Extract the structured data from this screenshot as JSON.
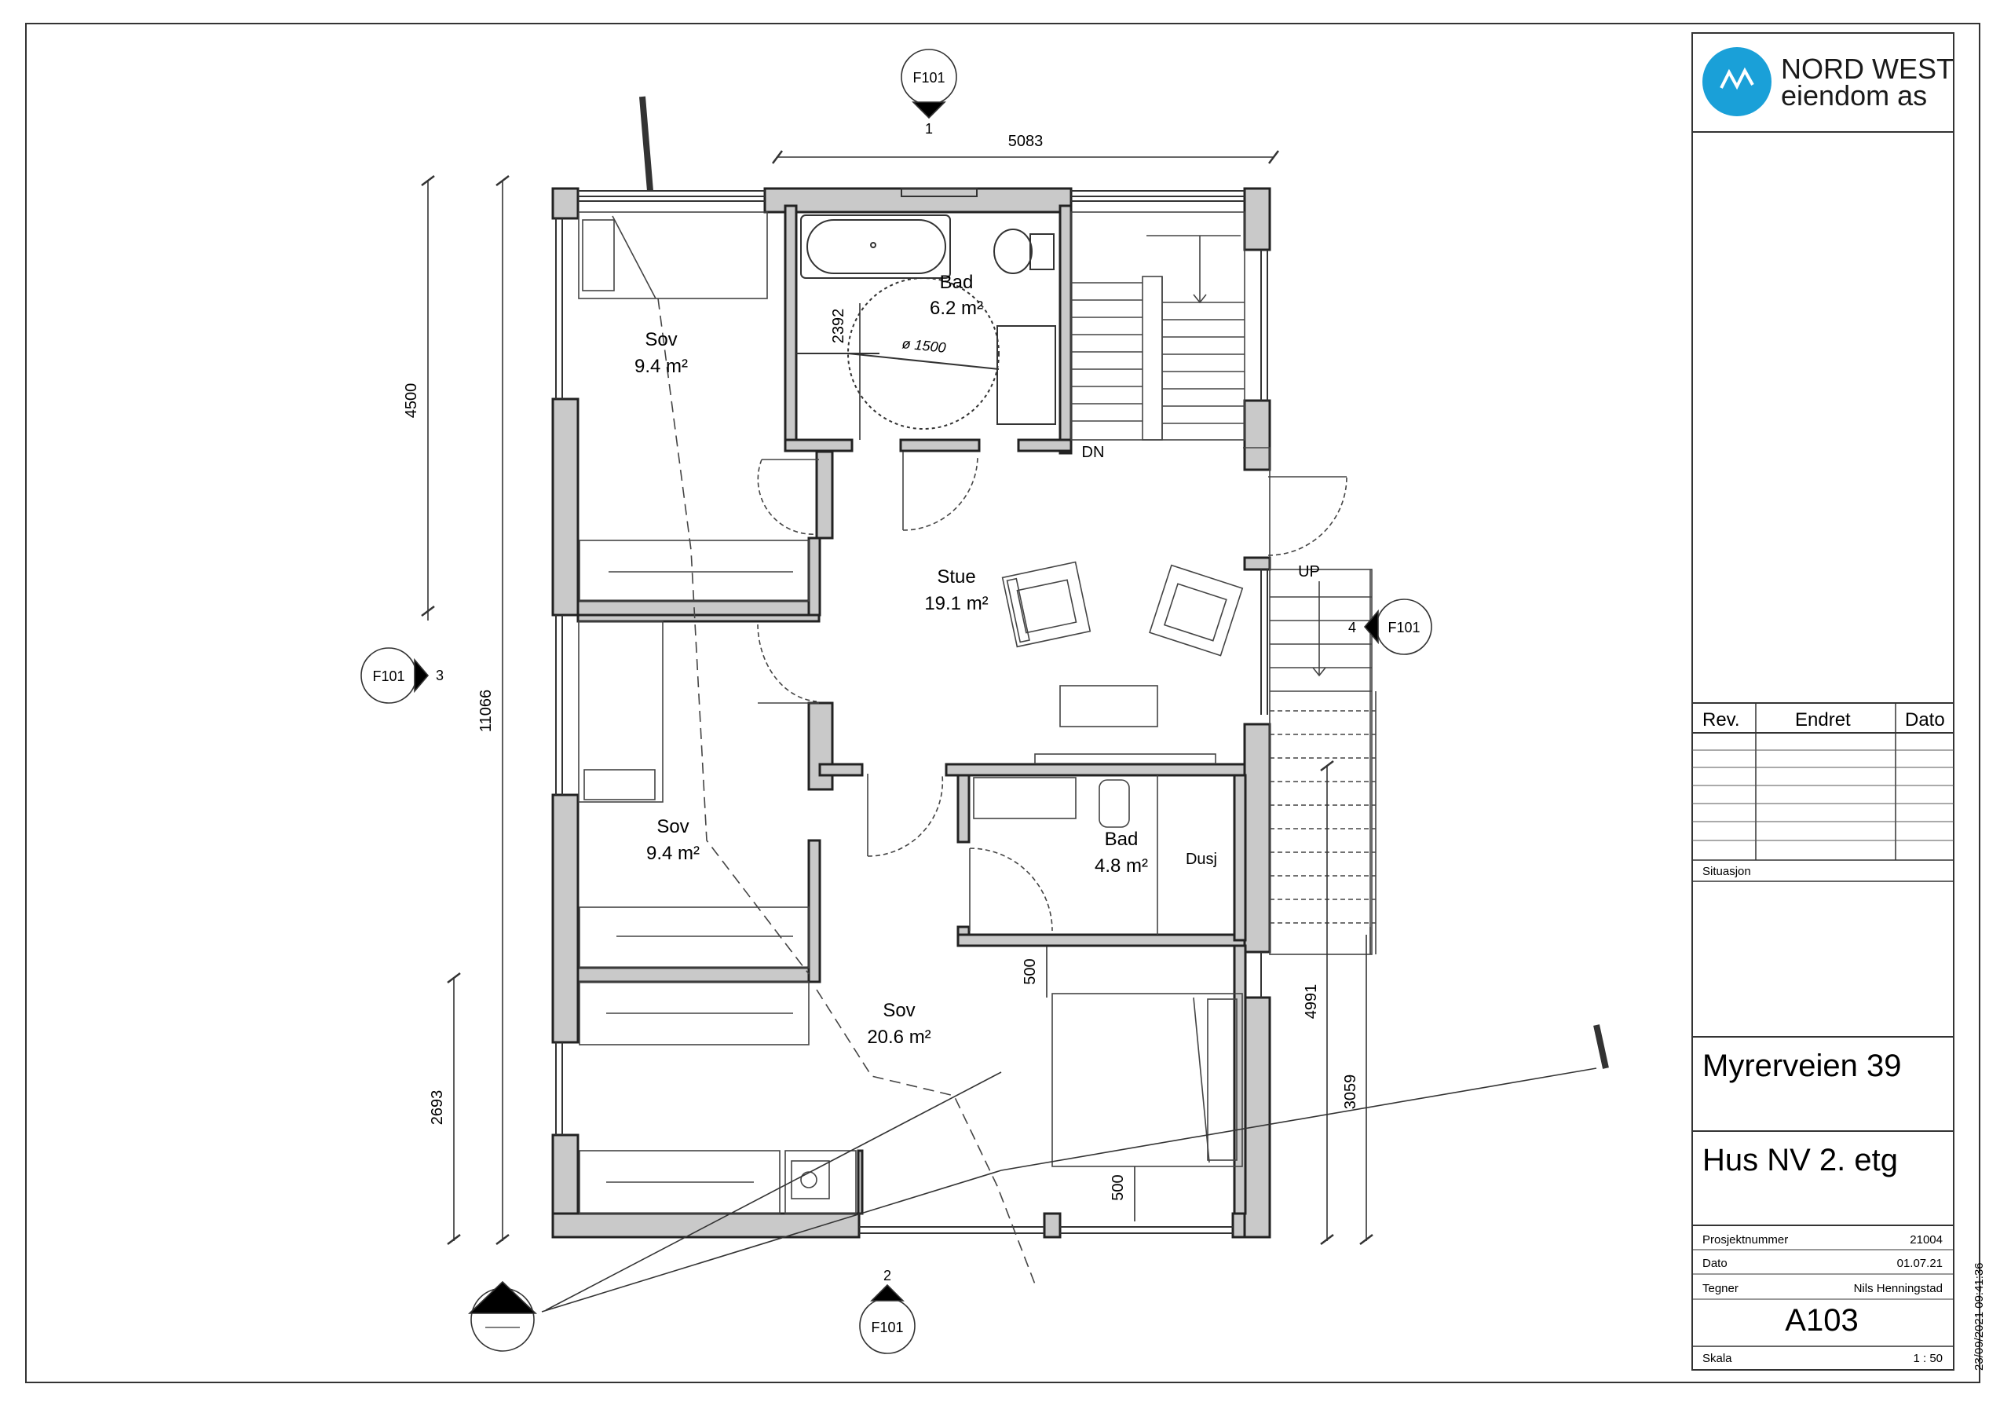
{
  "title_block": {
    "logo_line1": "NORD WEST",
    "logo_line2": "eiendom as",
    "rev_header": "Rev.",
    "endret_header": "Endret",
    "dato_header": "Dato",
    "situasjon_label": "Situasjon",
    "address": "Myrerveien 39",
    "drawing_title": "Hus NV 2. etg",
    "prosjektnummer_label": "Prosjektnummer",
    "prosjektnummer_value": "21004",
    "dato_label": "Dato",
    "dato_value": "01.07.21",
    "tegner_label": "Tegner",
    "tegner_value": "Nils Henningstad",
    "sheet_number": "A103",
    "skala_label": "Skala",
    "skala_value": "1 : 50",
    "timestamp": "23/09/2021 09:41:36"
  },
  "rooms": [
    {
      "name": "Bad",
      "area": "6.2 m²"
    },
    {
      "name": "Sov",
      "area": "9.4 m²"
    },
    {
      "name": "Stue",
      "area": "19.1 m²"
    },
    {
      "name": "Sov",
      "area": "9.4 m²"
    },
    {
      "name": "Bad",
      "area": "4.8 m²"
    },
    {
      "name": "Sov",
      "area": "20.6 m²"
    }
  ],
  "labels": {
    "dusj": "Dusj",
    "dn": "DN",
    "up": "UP",
    "diameter": "ø 1500"
  },
  "dimensions": {
    "top_width": "5083",
    "left_upper": "4500",
    "left_total": "11066",
    "left_lower": "2693",
    "bath_depth": "2392",
    "right_4991": "4991",
    "right_3059": "3059",
    "bed_500_top": "500",
    "bed_500_bottom": "500"
  },
  "section_markers": [
    {
      "ref": "F101",
      "num": "1"
    },
    {
      "ref": "F101",
      "num": "2"
    },
    {
      "ref": "F101",
      "num": "3"
    },
    {
      "ref": "F101",
      "num": "4"
    }
  ],
  "colors": {
    "wall_fill": "#c9c9c9",
    "logo_blue": "#1aa0d8"
  }
}
